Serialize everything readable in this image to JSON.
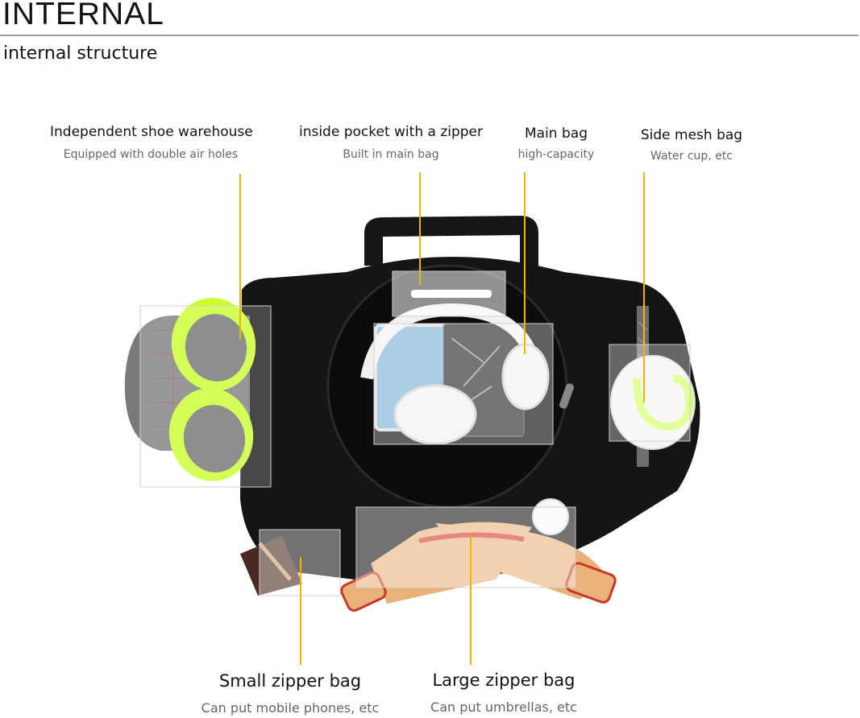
{
  "header": {
    "title": "INTERNAL",
    "subtitle": "internal structure"
  },
  "callouts": {
    "shoe": {
      "title": "Independent shoe warehouse",
      "subtitle": "Equipped with double air holes"
    },
    "inside_pocket": {
      "title": "inside pocket with a zipper",
      "subtitle": "Built in main bag"
    },
    "main_bag": {
      "title": "Main bag",
      "subtitle": "high-capacity"
    },
    "side_mesh": {
      "title": "Side mesh bag",
      "subtitle": "Water cup, etc"
    },
    "small_zipper": {
      "title": "Small zipper bag",
      "subtitle": "Can put mobile phones, etc"
    },
    "large_zipper": {
      "title": "Large zipper bag",
      "subtitle": "Can put umbrellas, etc"
    }
  },
  "colors": {
    "leader_line": "#f0b400",
    "bag_body": "#151515",
    "shoe_accent": "#c8ff2a",
    "paddle_wood": "#e8b27a",
    "paddle_rubber": "#d83a2a"
  }
}
